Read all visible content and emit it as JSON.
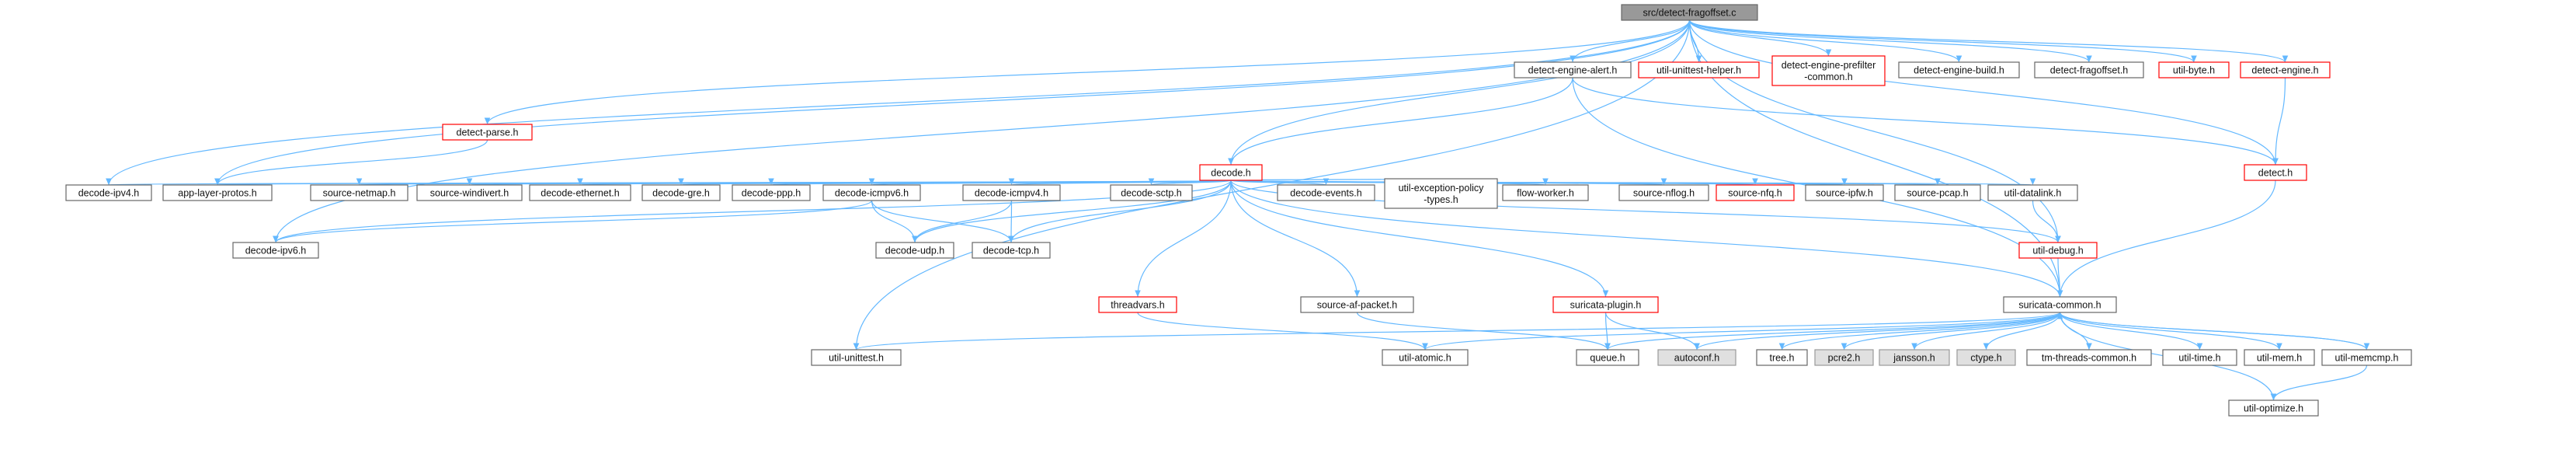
{
  "colors": {
    "edge": "#63b8ff",
    "default_fill": "#ffffff",
    "default_border": "#666666",
    "root_fill": "#999999",
    "root_border": "#666666",
    "missing_border": "#ff0000",
    "system_fill": "#e0e0e0",
    "system_border": "#999999"
  },
  "nodes": [
    {
      "id": "root",
      "label": "src/detect-fragoffset.c",
      "kind": "root"
    },
    {
      "id": "detect_engine_alert",
      "label": "detect-engine-alert.h",
      "kind": "normal"
    },
    {
      "id": "util_unittest_helper",
      "label": "util-unittest-helper.h",
      "kind": "missing"
    },
    {
      "id": "detect_engine_prefilter_common",
      "label": [
        "detect-engine-prefilter",
        "-common.h"
      ],
      "kind": "missing"
    },
    {
      "id": "detect_engine_build",
      "label": "detect-engine-build.h",
      "kind": "normal"
    },
    {
      "id": "detect_fragoffset_h",
      "label": "detect-fragoffset.h",
      "kind": "normal"
    },
    {
      "id": "util_byte",
      "label": "util-byte.h",
      "kind": "missing"
    },
    {
      "id": "detect_engine",
      "label": "detect-engine.h",
      "kind": "missing"
    },
    {
      "id": "detect_parse",
      "label": "detect-parse.h",
      "kind": "missing"
    },
    {
      "id": "decode",
      "label": "decode.h",
      "kind": "missing"
    },
    {
      "id": "detect",
      "label": "detect.h",
      "kind": "missing"
    },
    {
      "id": "decode_ipv4",
      "label": "decode-ipv4.h",
      "kind": "normal"
    },
    {
      "id": "app_layer_protos",
      "label": "app-layer-protos.h",
      "kind": "normal"
    },
    {
      "id": "source_netmap",
      "label": "source-netmap.h",
      "kind": "normal"
    },
    {
      "id": "source_windivert",
      "label": "source-windivert.h",
      "kind": "normal"
    },
    {
      "id": "decode_ethernet",
      "label": "decode-ethernet.h",
      "kind": "normal"
    },
    {
      "id": "decode_gre",
      "label": "decode-gre.h",
      "kind": "normal"
    },
    {
      "id": "decode_ppp",
      "label": "decode-ppp.h",
      "kind": "normal"
    },
    {
      "id": "decode_icmpv6",
      "label": "decode-icmpv6.h",
      "kind": "normal"
    },
    {
      "id": "decode_icmpv4",
      "label": "decode-icmpv4.h",
      "kind": "normal"
    },
    {
      "id": "decode_sctp",
      "label": "decode-sctp.h",
      "kind": "normal"
    },
    {
      "id": "decode_events",
      "label": "decode-events.h",
      "kind": "normal"
    },
    {
      "id": "util_exception_policy_types",
      "label": [
        "util-exception-policy",
        "-types.h"
      ],
      "kind": "normal"
    },
    {
      "id": "flow_worker",
      "label": "flow-worker.h",
      "kind": "normal"
    },
    {
      "id": "source_nflog",
      "label": "source-nflog.h",
      "kind": "normal"
    },
    {
      "id": "source_nfq",
      "label": "source-nfq.h",
      "kind": "missing"
    },
    {
      "id": "source_ipfw",
      "label": "source-ipfw.h",
      "kind": "normal"
    },
    {
      "id": "source_pcap",
      "label": "source-pcap.h",
      "kind": "normal"
    },
    {
      "id": "util_datalink",
      "label": "util-datalink.h",
      "kind": "normal"
    },
    {
      "id": "decode_ipv6",
      "label": "decode-ipv6.h",
      "kind": "normal"
    },
    {
      "id": "decode_udp",
      "label": "decode-udp.h",
      "kind": "normal"
    },
    {
      "id": "decode_tcp",
      "label": "decode-tcp.h",
      "kind": "normal"
    },
    {
      "id": "util_debug",
      "label": "util-debug.h",
      "kind": "missing"
    },
    {
      "id": "threadvars",
      "label": "threadvars.h",
      "kind": "missing"
    },
    {
      "id": "source_af_packet",
      "label": "source-af-packet.h",
      "kind": "normal"
    },
    {
      "id": "suricata_plugin",
      "label": "suricata-plugin.h",
      "kind": "missing"
    },
    {
      "id": "suricata_common",
      "label": "suricata-common.h",
      "kind": "normal"
    },
    {
      "id": "util_unittest",
      "label": "util-unittest.h",
      "kind": "normal"
    },
    {
      "id": "util_atomic",
      "label": "util-atomic.h",
      "kind": "normal"
    },
    {
      "id": "queue",
      "label": "queue.h",
      "kind": "normal"
    },
    {
      "id": "autoconf",
      "label": "autoconf.h",
      "kind": "system"
    },
    {
      "id": "tree",
      "label": "tree.h",
      "kind": "normal"
    },
    {
      "id": "pcre2",
      "label": "pcre2.h",
      "kind": "system"
    },
    {
      "id": "jansson",
      "label": "jansson.h",
      "kind": "system"
    },
    {
      "id": "ctype",
      "label": "ctype.h",
      "kind": "system"
    },
    {
      "id": "tm_threads_common",
      "label": "tm-threads-common.h",
      "kind": "normal"
    },
    {
      "id": "util_time",
      "label": "util-time.h",
      "kind": "normal"
    },
    {
      "id": "util_mem",
      "label": "util-mem.h",
      "kind": "normal"
    },
    {
      "id": "util_memcmp",
      "label": "util-memcmp.h",
      "kind": "normal"
    },
    {
      "id": "util_optimize",
      "label": "util-optimize.h",
      "kind": "normal"
    }
  ],
  "edges": [
    [
      "root",
      "detect_engine_alert"
    ],
    [
      "root",
      "util_unittest_helper"
    ],
    [
      "root",
      "detect_engine_prefilter_common"
    ],
    [
      "root",
      "detect_engine_build"
    ],
    [
      "root",
      "detect_fragoffset_h"
    ],
    [
      "root",
      "util_byte"
    ],
    [
      "root",
      "detect_engine"
    ],
    [
      "root",
      "detect"
    ],
    [
      "root",
      "detect_parse"
    ],
    [
      "root",
      "decode"
    ],
    [
      "root",
      "decode_ipv4"
    ],
    [
      "root",
      "decode_ipv6"
    ],
    [
      "root",
      "util_unittest"
    ],
    [
      "root",
      "suricata_common"
    ],
    [
      "root",
      "app_layer_protos"
    ],
    [
      "root",
      "util_debug"
    ],
    [
      "detect_engine_alert",
      "decode"
    ],
    [
      "detect_engine_alert",
      "detect"
    ],
    [
      "detect_engine_alert",
      "suricata_common"
    ],
    [
      "detect_engine",
      "detect"
    ],
    [
      "detect_parse",
      "app_layer_protos"
    ],
    [
      "detect",
      "suricata_common"
    ],
    [
      "decode",
      "decode_ipv4"
    ],
    [
      "decode",
      "app_layer_protos"
    ],
    [
      "decode",
      "source_netmap"
    ],
    [
      "decode",
      "source_windivert"
    ],
    [
      "decode",
      "decode_ethernet"
    ],
    [
      "decode",
      "decode_gre"
    ],
    [
      "decode",
      "decode_ppp"
    ],
    [
      "decode",
      "decode_icmpv6"
    ],
    [
      "decode",
      "decode_icmpv4"
    ],
    [
      "decode",
      "decode_sctp"
    ],
    [
      "decode",
      "decode_events"
    ],
    [
      "decode",
      "util_exception_policy_types"
    ],
    [
      "decode",
      "flow_worker"
    ],
    [
      "decode",
      "source_nflog"
    ],
    [
      "decode",
      "source_nfq"
    ],
    [
      "decode",
      "source_ipfw"
    ],
    [
      "decode",
      "source_pcap"
    ],
    [
      "decode",
      "util_datalink"
    ],
    [
      "decode",
      "decode_ipv6"
    ],
    [
      "decode",
      "decode_udp"
    ],
    [
      "decode",
      "decode_tcp"
    ],
    [
      "decode",
      "threadvars"
    ],
    [
      "decode",
      "source_af_packet"
    ],
    [
      "decode",
      "suricata_plugin"
    ],
    [
      "decode",
      "util_debug"
    ],
    [
      "decode",
      "suricata_common"
    ],
    [
      "decode_icmpv6",
      "decode_ipv6"
    ],
    [
      "decode_icmpv6",
      "decode_udp"
    ],
    [
      "decode_icmpv6",
      "decode_tcp"
    ],
    [
      "decode_icmpv4",
      "decode_udp"
    ],
    [
      "decode_icmpv4",
      "decode_tcp"
    ],
    [
      "util_datalink",
      "util_debug"
    ],
    [
      "util_debug",
      "suricata_common"
    ],
    [
      "threadvars",
      "util_atomic"
    ],
    [
      "source_af_packet",
      "queue"
    ],
    [
      "suricata_plugin",
      "queue"
    ],
    [
      "suricata_plugin",
      "autoconf"
    ],
    [
      "suricata_common",
      "util_unittest"
    ],
    [
      "suricata_common",
      "util_atomic"
    ],
    [
      "suricata_common",
      "queue"
    ],
    [
      "suricata_common",
      "autoconf"
    ],
    [
      "suricata_common",
      "tree"
    ],
    [
      "suricata_common",
      "pcre2"
    ],
    [
      "suricata_common",
      "jansson"
    ],
    [
      "suricata_common",
      "ctype"
    ],
    [
      "suricata_common",
      "tm_threads_common"
    ],
    [
      "suricata_common",
      "util_time"
    ],
    [
      "suricata_common",
      "util_mem"
    ],
    [
      "suricata_common",
      "util_memcmp"
    ],
    [
      "suricata_common",
      "util_optimize"
    ],
    [
      "util_memcmp",
      "suricata_common"
    ],
    [
      "util_memcmp",
      "util_optimize"
    ]
  ]
}
